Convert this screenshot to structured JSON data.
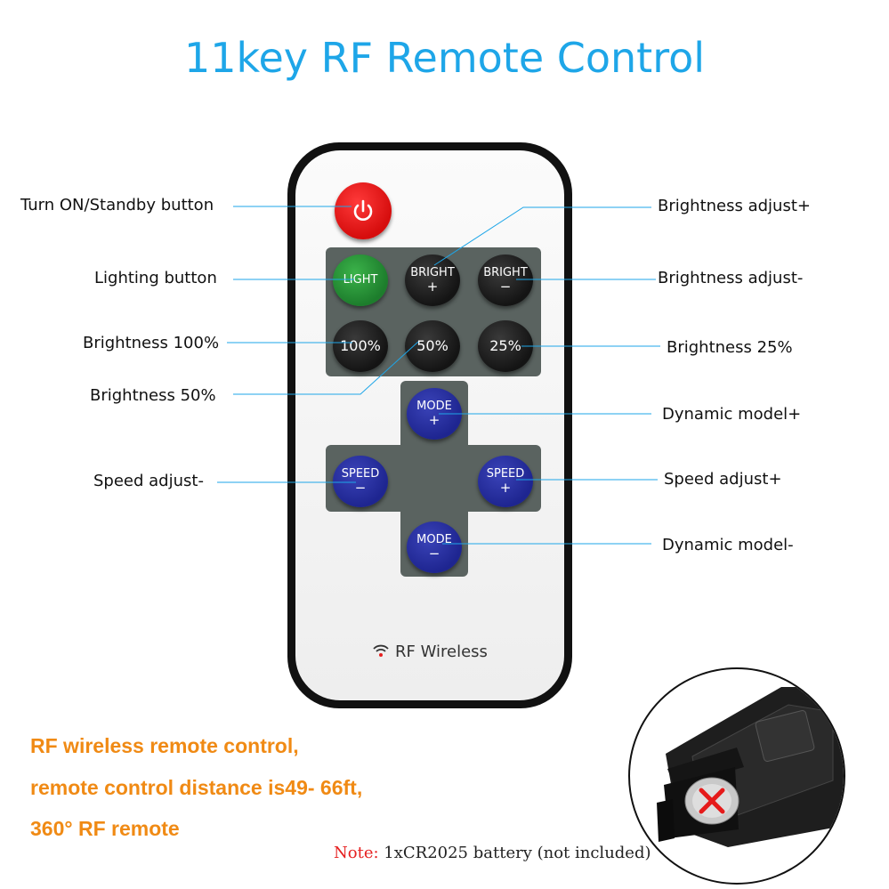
{
  "title": "11key RF Remote Control",
  "labels": {
    "power": "Turn ON/Standby button",
    "light": "Lighting button",
    "b100": "Brightness 100%",
    "b50": "Brightness 50%",
    "speed_minus": "Speed adjust-",
    "bright_plus": "Brightness adjust+",
    "bright_minus": "Brightness adjust-",
    "b25": "Brightness 25%",
    "mode_plus": "Dynamic model+",
    "speed_plus": "Speed adjust+",
    "mode_minus": "Dynamic model-"
  },
  "buttons": {
    "light": "LIGHT",
    "bright": "BRIGHT",
    "plus": "+",
    "minus": "−",
    "pct100": "100%",
    "pct50": "50%",
    "pct25": "25%",
    "mode": "MODE",
    "speed": "SPEED"
  },
  "brand": "RF Wireless",
  "description": [
    "RF wireless remote control,",
    "remote control distance is49- 66ft,",
    "360° RF remote"
  ],
  "note": {
    "prefix": "Note:",
    "text": " 1xCR2025 battery (not included)"
  },
  "colors": {
    "title": "#1ea6e8",
    "leader_line": "#1ea6e8",
    "description": "#f08a14",
    "note_prefix": "#e62020",
    "power_button": "#e61515",
    "light_button": "#2a9a3a",
    "mode_speed_buttons": "#2530a0",
    "dark_buttons": "#1a1a1a"
  }
}
